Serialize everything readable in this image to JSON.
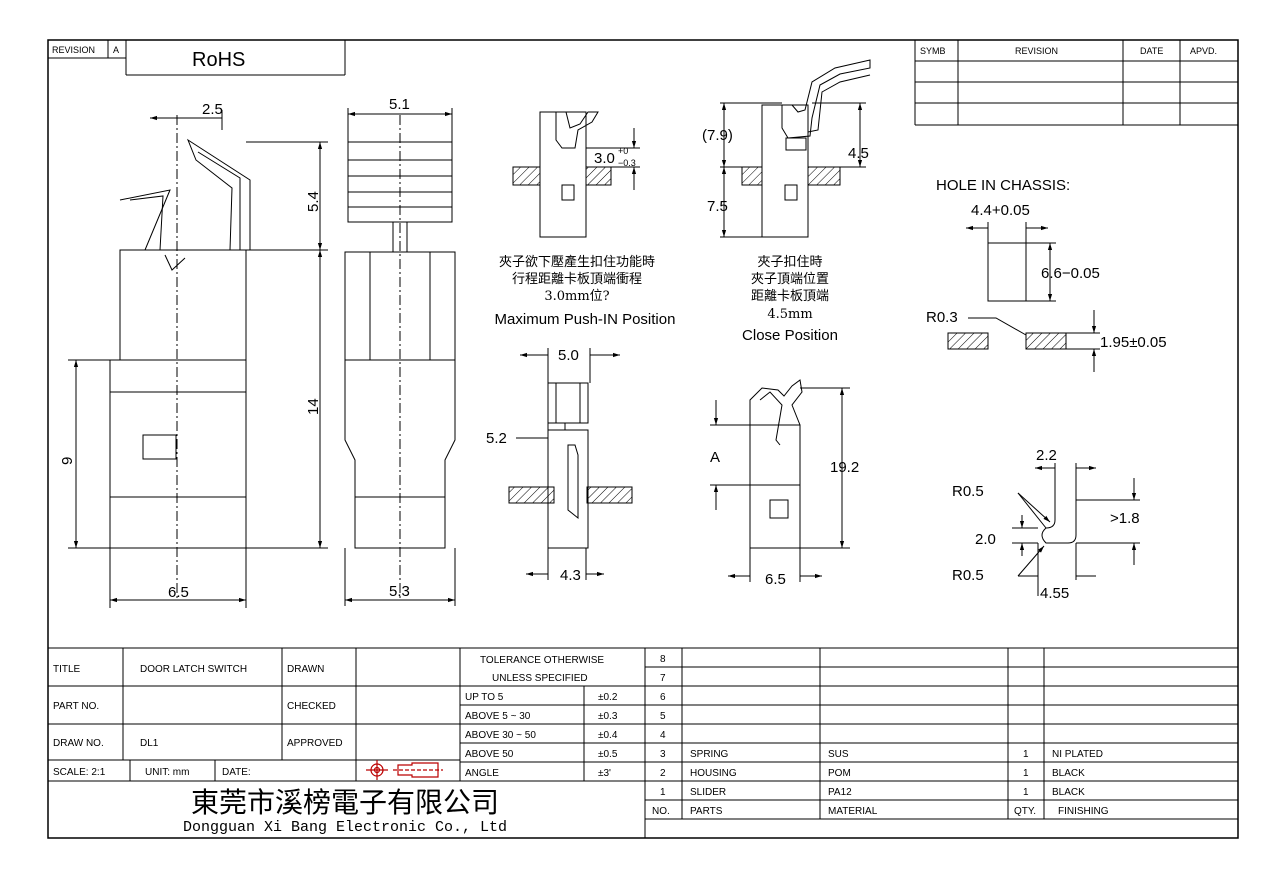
{
  "header": {
    "revision_label": "REVISION",
    "revision_value": "A",
    "rohs": "RoHS"
  },
  "revision_table": {
    "headers": [
      "SYMB",
      "REVISION",
      "DATE",
      "APVD."
    ]
  },
  "dimensions": {
    "d2_5": "2.5",
    "d5_4": "5.4",
    "d14": "14",
    "d9": "9",
    "d6_5a": "6.5",
    "d5_1": "5.1",
    "d5_3": "5.3",
    "d3_0": "3.0",
    "d3_0_tol_up": "+0",
    "d3_0_tol_dn": "−0.3",
    "d7_9": "(7.9)",
    "d4_5": "4.5",
    "d7_5": "7.5",
    "d5_0": "5.0",
    "d5_2": "5.2",
    "d4_3": "4.3",
    "dA": "A",
    "d19_2": "19.2",
    "d6_5b": "6.5",
    "chassis_hole_w": "4.4+0.05",
    "chassis_hole_h": "6.6−0.05",
    "r0_3": "R0.3",
    "d1_95": "1.95±0.05",
    "d2_2": "2.2",
    "r0_5a": "R0.5",
    "d2_0": "2.0",
    "r0_5b": "R0.5",
    "d1_8": ">1.8",
    "d4_55": "4.55"
  },
  "notes": {
    "push_cn1": "夾子欲下壓產生扣住功能時",
    "push_cn2": "行程距離卡板頂端衝程",
    "push_cn3": "3.0mm位?",
    "push_en": "Maximum Push-IN Position",
    "close_cn1": "夾子扣住時",
    "close_cn2": "夾子頂端位置",
    "close_cn3": "距離卡板頂端",
    "close_cn4": "4.5mm",
    "close_en": "Close Position",
    "hole_title": "HOLE IN CHASSIS:"
  },
  "title_block": {
    "title_label": "TITLE",
    "title_value": "DOOR LATCH SWITCH",
    "part_no_label": "PART NO.",
    "draw_no_label": "DRAW NO.",
    "draw_no_value": "DL1",
    "scale_label": "SCALE: 2:1",
    "unit_label": "UNIT: mm",
    "date_label": "DATE:",
    "drawn_label": "DRAWN",
    "checked_label": "CHECKED",
    "approved_label": "APPROVED",
    "company_cn": "東莞市溪榜電子有限公司",
    "company_en": "Dongguan Xi Bang Electronic Co., Ltd"
  },
  "tolerance": {
    "title1": "TOLERANCE OTHERWISE",
    "title2": "UNLESS SPECIFIED",
    "rows": [
      {
        "range": "UP TO 5",
        "tol": "±0.2"
      },
      {
        "range": "ABOVE 5 ~ 30",
        "tol": "±0.3"
      },
      {
        "range": "ABOVE 30 ~ 50",
        "tol": "±0.4"
      },
      {
        "range": "ABOVE 50",
        "tol": "±0.5"
      },
      {
        "range": "ANGLE",
        "tol": "±3'"
      }
    ]
  },
  "bom": {
    "rows": [
      {
        "no": "8",
        "part": "",
        "material": "",
        "qty": "",
        "finishing": ""
      },
      {
        "no": "7",
        "part": "",
        "material": "",
        "qty": "",
        "finishing": ""
      },
      {
        "no": "6",
        "part": "",
        "material": "",
        "qty": "",
        "finishing": ""
      },
      {
        "no": "5",
        "part": "",
        "material": "",
        "qty": "",
        "finishing": ""
      },
      {
        "no": "4",
        "part": "",
        "material": "",
        "qty": "",
        "finishing": ""
      },
      {
        "no": "3",
        "part": "SPRING",
        "material": "SUS",
        "qty": "1",
        "finishing": "NI PLATED"
      },
      {
        "no": "2",
        "part": "HOUSING",
        "material": "POM",
        "qty": "1",
        "finishing": "BLACK"
      },
      {
        "no": "1",
        "part": "SLIDER",
        "material": "PA12",
        "qty": "1",
        "finishing": "BLACK"
      }
    ],
    "header": {
      "no": "NO.",
      "part": "PARTS",
      "material": "MATERIAL",
      "qty": "QTY.",
      "finishing": "FINISHING"
    }
  }
}
